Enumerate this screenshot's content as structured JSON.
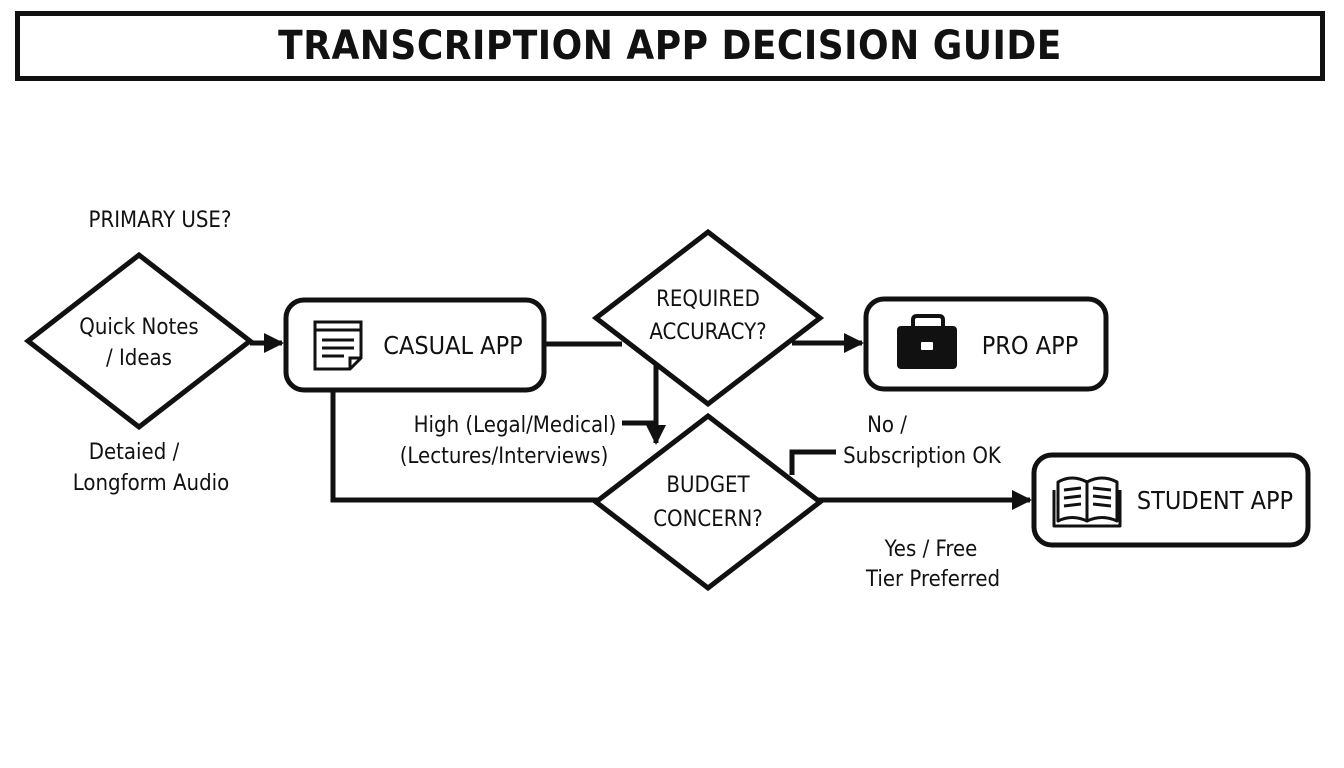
{
  "title": "TRANSCRIPTION APP DECISION GUIDE",
  "nodes": {
    "primary_use": "PRIMARY USE?",
    "quick_notes": [
      "Quick Notes",
      "/ Ideas"
    ],
    "detailed_audio": [
      "Detaied /",
      "Longform Audio"
    ],
    "casual_app": "CASUAL APP",
    "required_accuracy": [
      "REQUIRED",
      "ACCURACY?"
    ],
    "pro_app": "PRO APP",
    "budget_concern": [
      "BUDGET",
      "CONCERN?"
    ],
    "student_app": "STUDENT APP"
  },
  "edge_labels": {
    "high_accuracy": [
      "High (Legal/Medical)",
      "(Lectures/Interviews)"
    ],
    "no_subscription": [
      "No /",
      "Subscription OK"
    ],
    "yes_free": [
      "Yes / Free",
      "Tier Preferred"
    ]
  },
  "icons": {
    "casual": "notepad-icon",
    "pro": "briefcase-icon",
    "student": "open-book-icon"
  }
}
